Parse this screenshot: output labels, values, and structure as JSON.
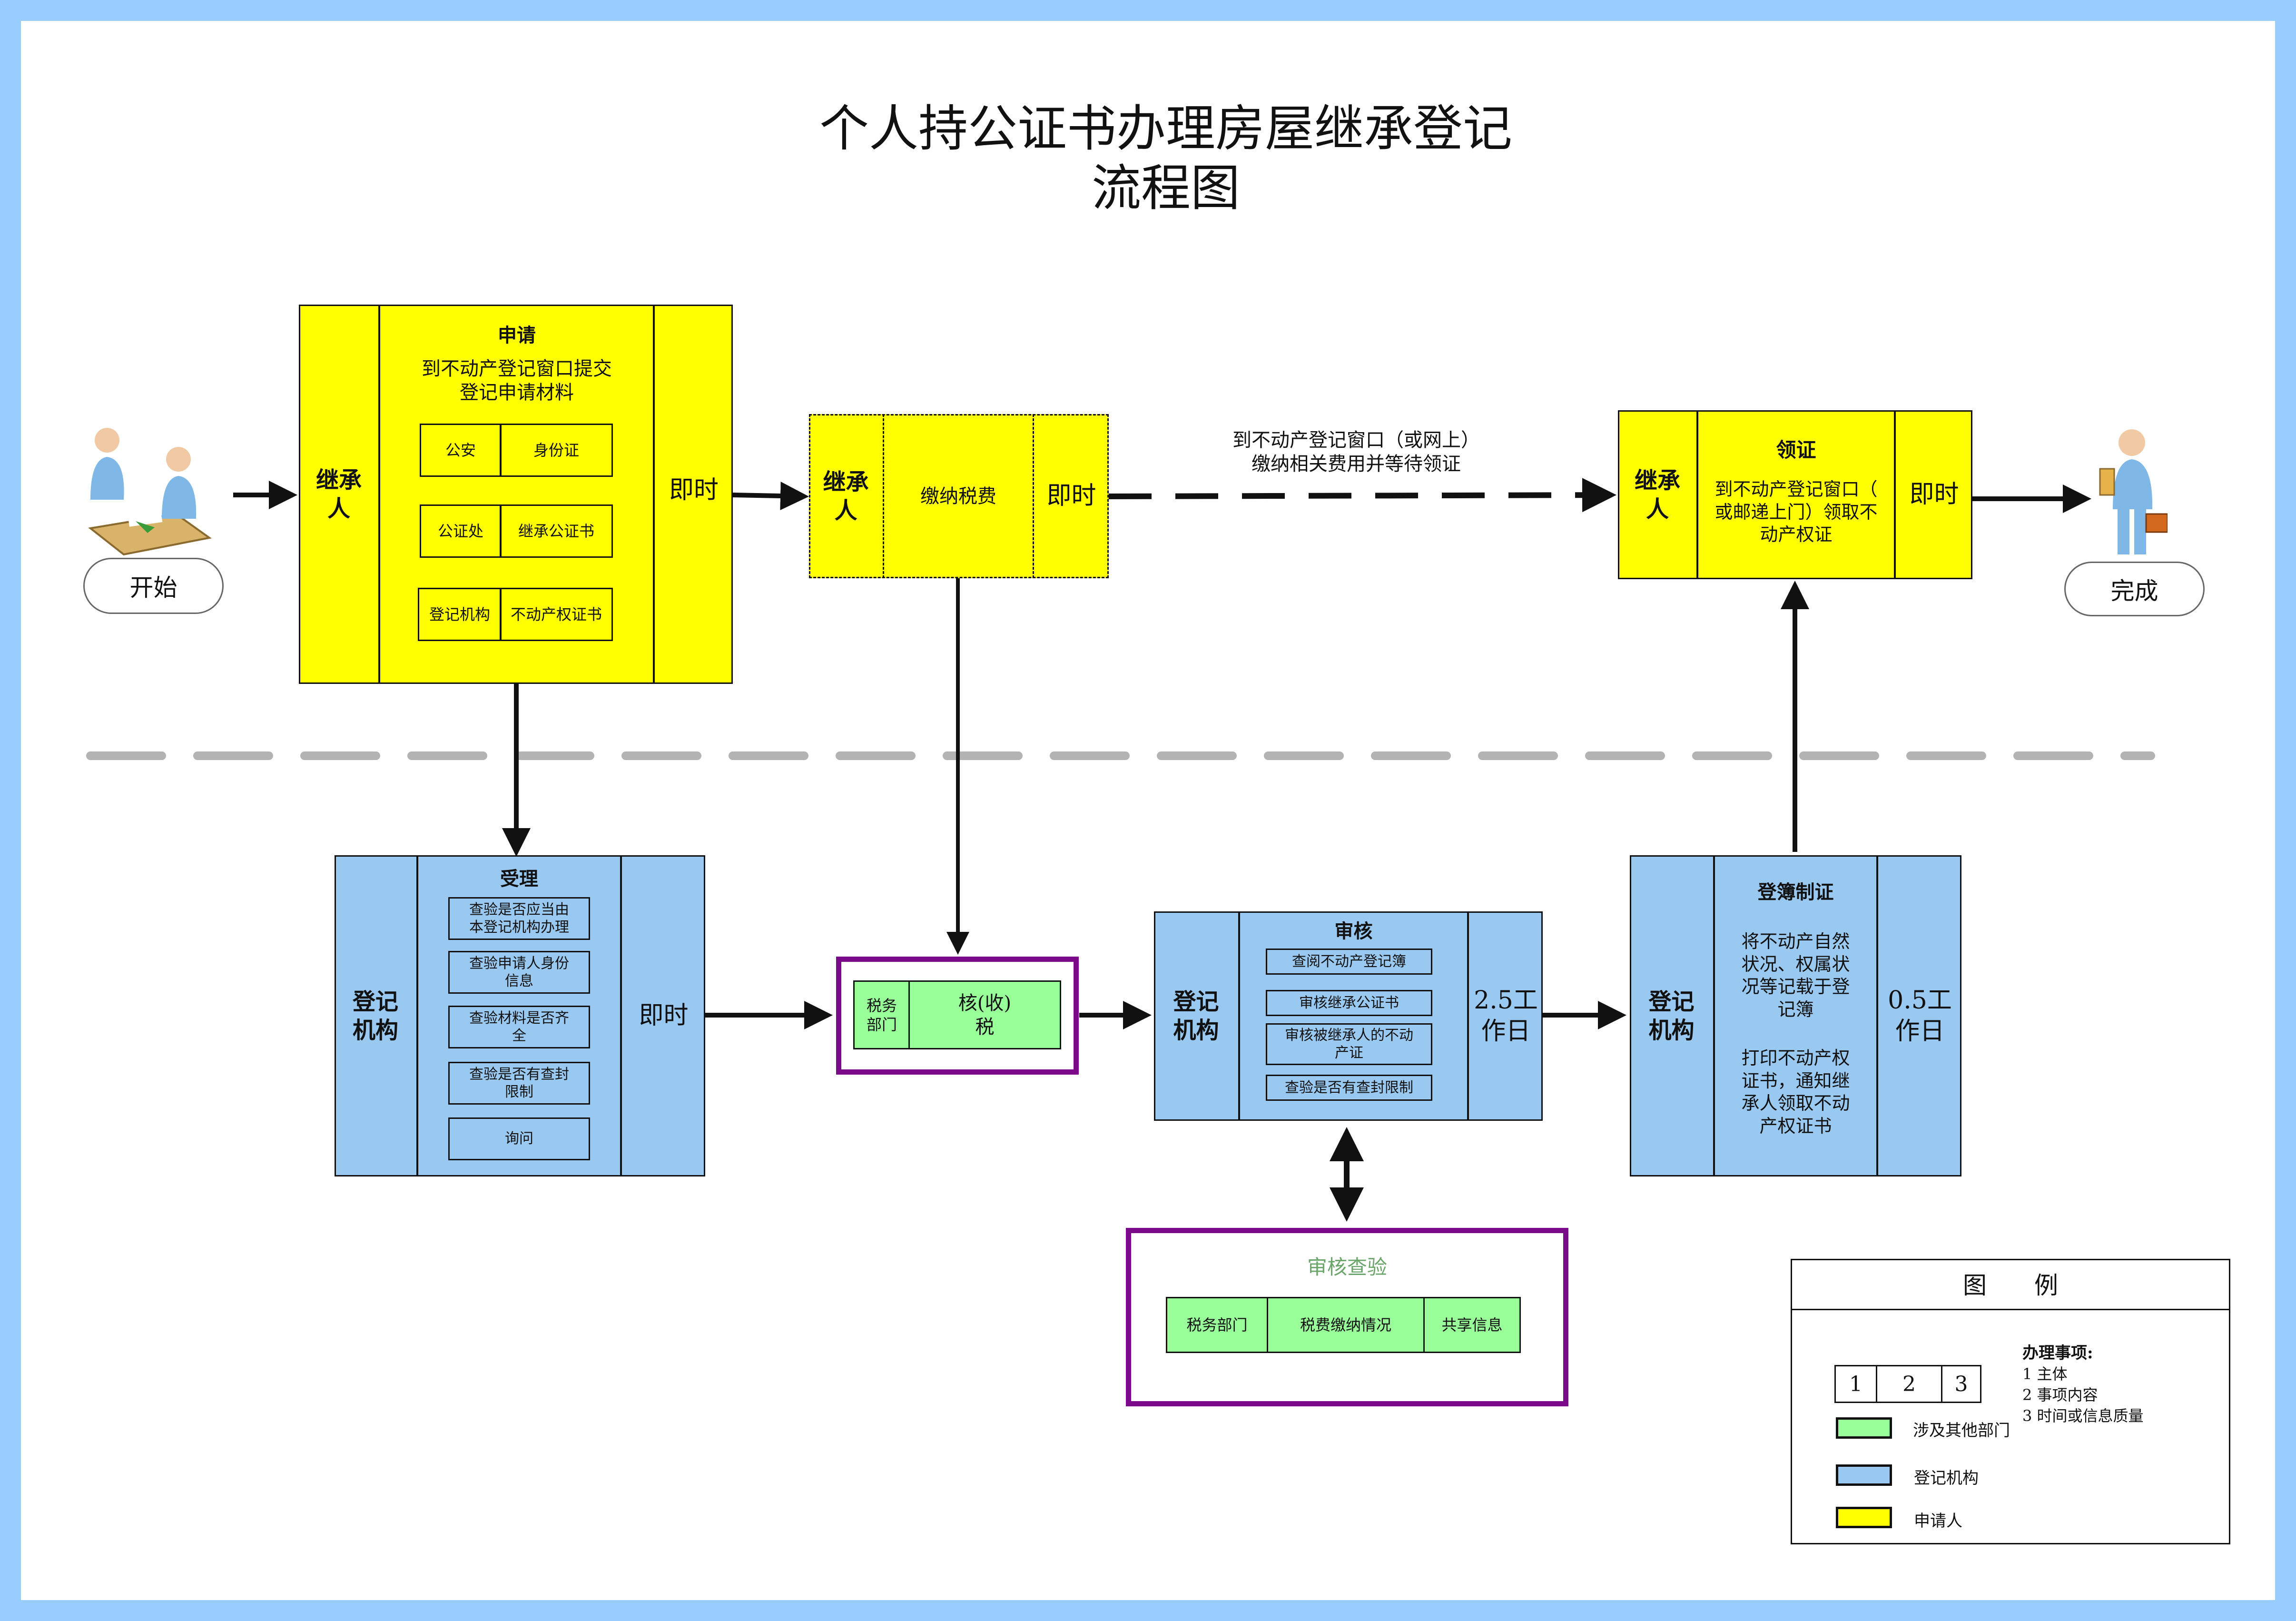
{
  "title": {
    "line1": "个人持公证书办理房屋继承登记",
    "line2": "流程图"
  },
  "colors": {
    "applicant": "#ffff00",
    "registry": "#99c8f0",
    "other_dept": "#99ff99",
    "highlight_border": "#7b0a8a",
    "frame": "#99ccff"
  },
  "start": {
    "label": "开始",
    "icon": "people-at-desk-icon"
  },
  "finish": {
    "label": "完成",
    "icon": "person-with-briefcase-icon"
  },
  "apply": {
    "subject": "继承\n人",
    "title": "申请",
    "desc": "到不动产登记窗口提交\n登记申请材料",
    "materials": [
      {
        "left": "公安",
        "right": "身份证"
      },
      {
        "left": "公证处",
        "right": "继承公证书"
      },
      {
        "left": "登记机构",
        "right": "不动产权证书"
      }
    ],
    "time": "即时"
  },
  "pay": {
    "subject": "继承\n人",
    "content": "缴纳税费",
    "time": "即时"
  },
  "pay_note": "到不动产登记窗口（或网上）\n缴纳相关费用并等待领证",
  "collect": {
    "subject": "继承\n人",
    "title": "领证",
    "desc": "到不动产登记窗口（\n或邮递上门）领取不\n动产权证",
    "time": "即时"
  },
  "accept": {
    "subject": "登记\n机构",
    "title": "受理",
    "items": [
      "查验是否应当由\n本登记机构办理",
      "查验申请人身份\n信息",
      "查验材料是否齐\n全",
      "查验是否有查封\n限制",
      "询问"
    ],
    "time": "即时"
  },
  "tax": {
    "dept": "税务\n部门",
    "content": "核(收)\n税"
  },
  "review": {
    "subject": "登记\n机构",
    "title": "审核",
    "items": [
      "查阅不动产登记簿",
      "审核继承公证书",
      "审核被继承人的不动\n产证",
      "查验是否有查封限制"
    ],
    "time": "2.5工\n作日"
  },
  "register": {
    "subject": "登记\n机构",
    "title": "登簿制证",
    "desc1": "将不动产自然\n状况、权属状\n况等记载于登\n记簿",
    "desc2": "打印不动产权\n证书，通知继\n承人领取不动\n产权证书",
    "time": "0.5工\n作日"
  },
  "verify": {
    "title": "审核查验",
    "cells": [
      "税务部门",
      "税费缴纳情况",
      "共享信息"
    ]
  },
  "legend": {
    "title": "图　　例",
    "nums": [
      "1",
      "2",
      "3"
    ],
    "matters_title": "办理事项:",
    "matters": [
      "1 主体",
      "2 事项内容",
      "3 时间或信息质量"
    ],
    "green_label": "涉及其他部门",
    "blue_label": "登记机构",
    "yellow_label": "申请人"
  }
}
